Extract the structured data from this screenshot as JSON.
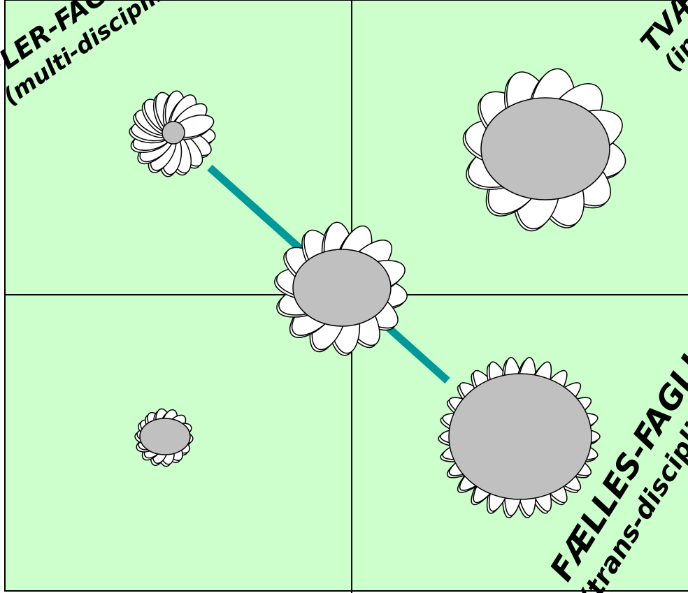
{
  "labels": {
    "top_left_line1": "FLER-FAGLIG",
    "top_left_line2": "(multi-disciplinær)",
    "top_right_line1": "TVÆR-FAGLIG",
    "top_right_line2": "(inter-disciplinær)",
    "bottom_right_line1": "FÆLLES-FAGLIG",
    "bottom_right_line2": "(trans-disciplinær)"
  },
  "colors": {
    "background": "#ccffcc",
    "grid_line": "#000000",
    "connector": "#009999",
    "petal_fill": "#ffffff",
    "center_fill": "#c0c0c0"
  },
  "flowers": [
    {
      "name": "flower-top-left",
      "petals": 16
    },
    {
      "name": "flower-top-right",
      "petals": 12
    },
    {
      "name": "flower-center",
      "petals": 14
    },
    {
      "name": "flower-bottom-left",
      "petals": 14
    },
    {
      "name": "flower-bottom-right",
      "petals": 26
    }
  ]
}
